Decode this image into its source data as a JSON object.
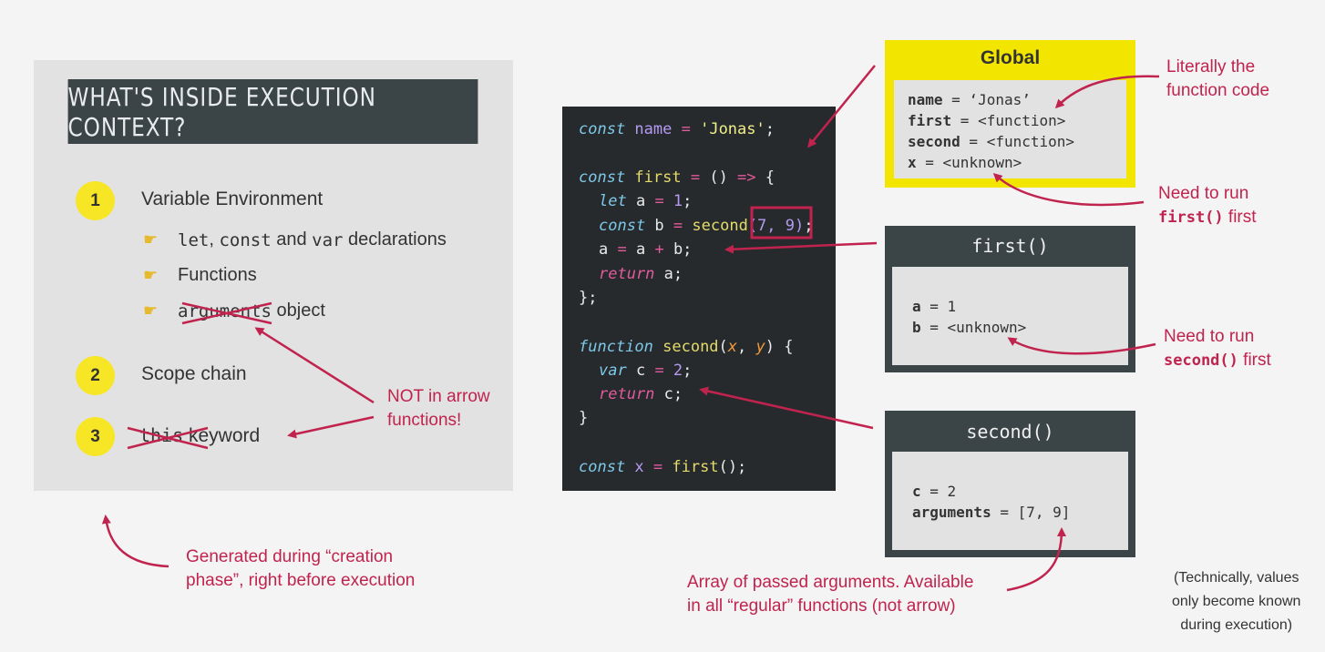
{
  "left": {
    "title": "WHAT'S INSIDE EXECUTION CONTEXT?",
    "items": [
      {
        "num": "1",
        "label": "Variable Environment"
      },
      {
        "num": "2",
        "label": "Scope chain"
      },
      {
        "num": "3",
        "strike": "this",
        "label": " keyword"
      }
    ],
    "sub_items": {
      "decl_let": "let",
      "decl_sep1": ", ",
      "decl_const": "const",
      "decl_and": " and ",
      "decl_var": "var",
      "decl_rest": " declarations",
      "functions": "Functions",
      "arguments_code": "arguments",
      "arguments_rest": " object"
    }
  },
  "annotations": {
    "not_arrow_1": "NOT in arrow",
    "not_arrow_2": "functions!",
    "generated_1": "Generated during “creation",
    "generated_2": "phase”, right before execution",
    "literally_1": "Literally the",
    "literally_2": "function code",
    "need_first_1": "Need to run",
    "need_first_2_code": "first()",
    "need_first_2_rest": " first",
    "need_second_1": "Need to run",
    "need_second_2_code": "second()",
    "need_second_2_rest": " first",
    "array_1": "Array of passed arguments. Available",
    "array_2": "in all “regular” functions (not arrow)",
    "note_1": "(Technically, values",
    "note_2": "only become known",
    "note_3": "during execution)"
  },
  "code": {
    "l1_kw": "const",
    "l1_var": " name",
    "l1_op": " =",
    "l1_str": " 'Jonas'",
    "l1_end": ";",
    "l2_kw": "const",
    "l2_fn": " first",
    "l2_op": " =",
    "l2_paren": " ()",
    "l2_arrow": " =>",
    "l2_brace": " {",
    "l3_kw": "let",
    "l3_rest": " a",
    "l3_op": " =",
    "l3_num": " 1",
    "l3_end": ";",
    "l4_kw": "const",
    "l4_rest": " b",
    "l4_op": " =",
    "l4_fn": " second",
    "l4_args": "(7, 9)",
    "l4_end": ";",
    "l5_a": "a",
    "l5_op1": " =",
    "l5_a2": " a",
    "l5_op2": " +",
    "l5_b": " b;",
    "l6_kw": "return",
    "l6_rest": " a;",
    "l7": "};",
    "l8_kw": "function",
    "l8_fn": " second",
    "l8_p1": "(",
    "l8_x": "x",
    "l8_comma": ", ",
    "l8_y": "y",
    "l8_p2": ") {",
    "l9_kw": "var",
    "l9_rest": " c",
    "l9_op": " =",
    "l9_num": " 2",
    "l9_end": ";",
    "l10_kw": "return",
    "l10_rest": " c;",
    "l11": "}",
    "l12_kw": "const",
    "l12_var": " x",
    "l12_op": " =",
    "l12_fn": " first",
    "l12_end": "();"
  },
  "global_ctx": {
    "title": "Global",
    "lines": [
      {
        "name": "name",
        "value": " = ‘Jonas’"
      },
      {
        "name": "first",
        "value": " = <function>"
      },
      {
        "name": "second",
        "value": " = <function>"
      },
      {
        "name": "x",
        "value": " = <unknown>"
      }
    ]
  },
  "first_ctx": {
    "title": "first()",
    "lines": [
      {
        "name": "a",
        "value": " = 1"
      },
      {
        "name": "b",
        "value": " = <unknown>"
      }
    ]
  },
  "second_ctx": {
    "title": "second()",
    "lines": [
      {
        "name": "c",
        "value": " = 2"
      },
      {
        "name": "arguments",
        "value": " = [7, 9]"
      }
    ]
  },
  "colors": {
    "accent_red": "#c0234e",
    "badge_yellow": "#f6e625",
    "global_yellow": "#f2e600",
    "dark_slate": "#3b4447"
  }
}
